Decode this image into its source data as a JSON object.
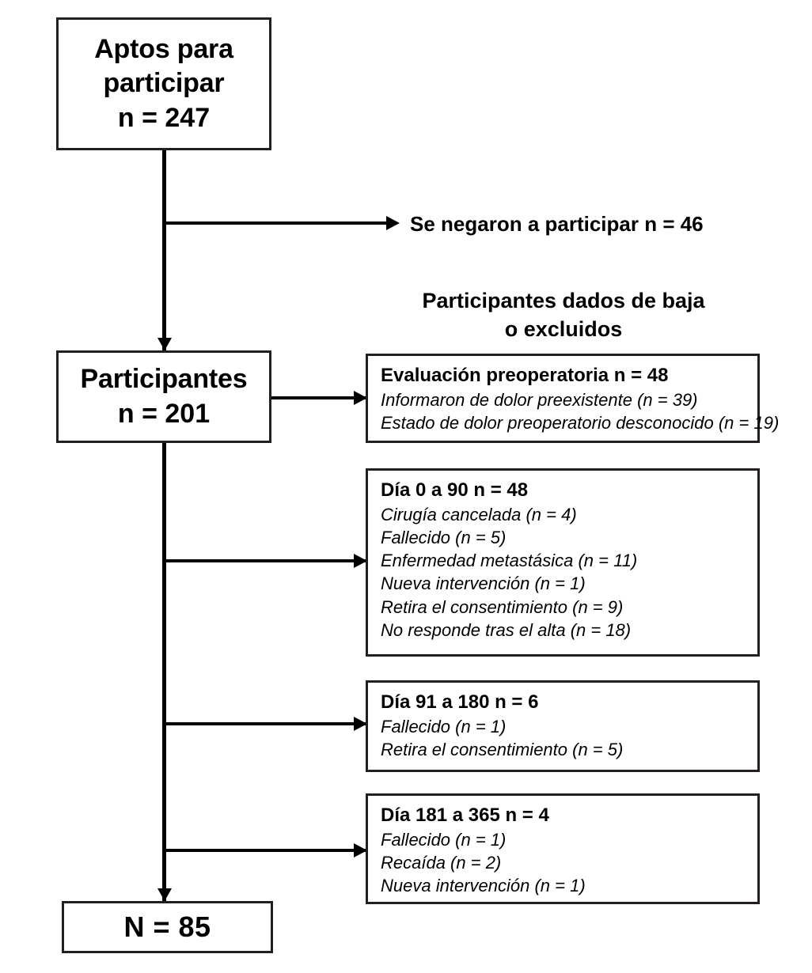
{
  "diagram": {
    "type": "participant-flow-diagram",
    "language": "es",
    "nodes": {
      "eligible": {
        "line1": "Aptos para",
        "line2": "participar",
        "count": "n = 247"
      },
      "participants": {
        "line1": "Participantes",
        "count": "n = 201"
      },
      "final": {
        "count": "N = 85"
      }
    },
    "labels": {
      "refused": "Se negaron a participar n = 46",
      "exclusions_header_line1": "Participantes dados de baja",
      "exclusions_header_line2": "o excluidos"
    },
    "exclusion_boxes": [
      {
        "title": "Evaluación preoperatoria n = 48",
        "items": [
          "Informaron de dolor preexistente (n = 39)",
          "Estado de dolor preoperatorio desconocido (n = 19)"
        ]
      },
      {
        "title": "Día 0 a 90 n = 48",
        "items": [
          "Cirugía cancelada (n = 4)",
          "Fallecido (n = 5)",
          "Enfermedad metastásica (n = 11)",
          "Nueva intervención (n = 1)",
          "Retira el consentimiento (n = 9)",
          "No responde tras el alta (n = 18)"
        ]
      },
      {
        "title": "Día 91 a 180 n = 6",
        "items": [
          "Fallecido (n = 1)",
          "Retira el consentimiento (n = 5)"
        ]
      },
      {
        "title": "Día 181 a 365 n = 4",
        "items": [
          "Fallecido (n = 1)",
          "Recaída (n = 2)",
          "Nueva intervención (n = 1)"
        ]
      }
    ],
    "colors": {
      "stroke": "#231f20",
      "text": "#000000",
      "background": "#ffffff"
    }
  }
}
